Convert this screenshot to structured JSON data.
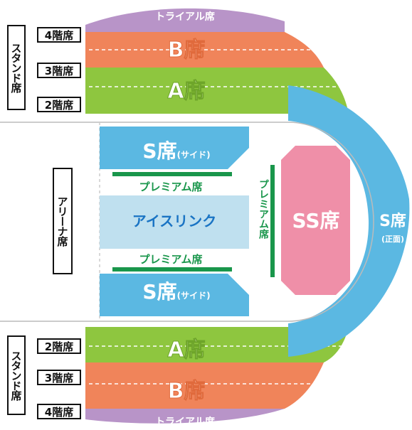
{
  "colors": {
    "trial": "#b894c8",
    "b_seat": "#f0845a",
    "a_seat": "#8ec63f",
    "s_seat": "#5bb8e2",
    "ss_seat": "#ef8fa8",
    "rink": "#bfe0ef",
    "premium_bar": "#19964b",
    "premium_text": "#19964b"
  },
  "left_stand_top": {
    "stand_label": "スタンド席",
    "floors": [
      "4階席",
      "3階席",
      "2階席"
    ]
  },
  "left_stand_bottom": {
    "stand_label": "スタンド席",
    "floors": [
      "2階席",
      "3階席",
      "4階席"
    ]
  },
  "arena_label": "アリーナ席",
  "sections": {
    "trial_top": "トライアル席",
    "b_top": "B席",
    "a_top": "A席",
    "s_side_top_main": "S席",
    "s_side_top_sub": "(サイド)",
    "premium_top": "プレミアム席",
    "ice_rink": "アイスリンク",
    "premium_bottom": "プレミアム席",
    "s_side_bottom_main": "S席",
    "s_side_bottom_sub": "(サイド)",
    "premium_vertical": "プレミアム席",
    "ss": "SS席",
    "s_front_main": "S席",
    "s_front_sub": "(正面)",
    "a_bottom": "A席",
    "b_bottom": "B席",
    "trial_bottom": "トライアル席"
  }
}
